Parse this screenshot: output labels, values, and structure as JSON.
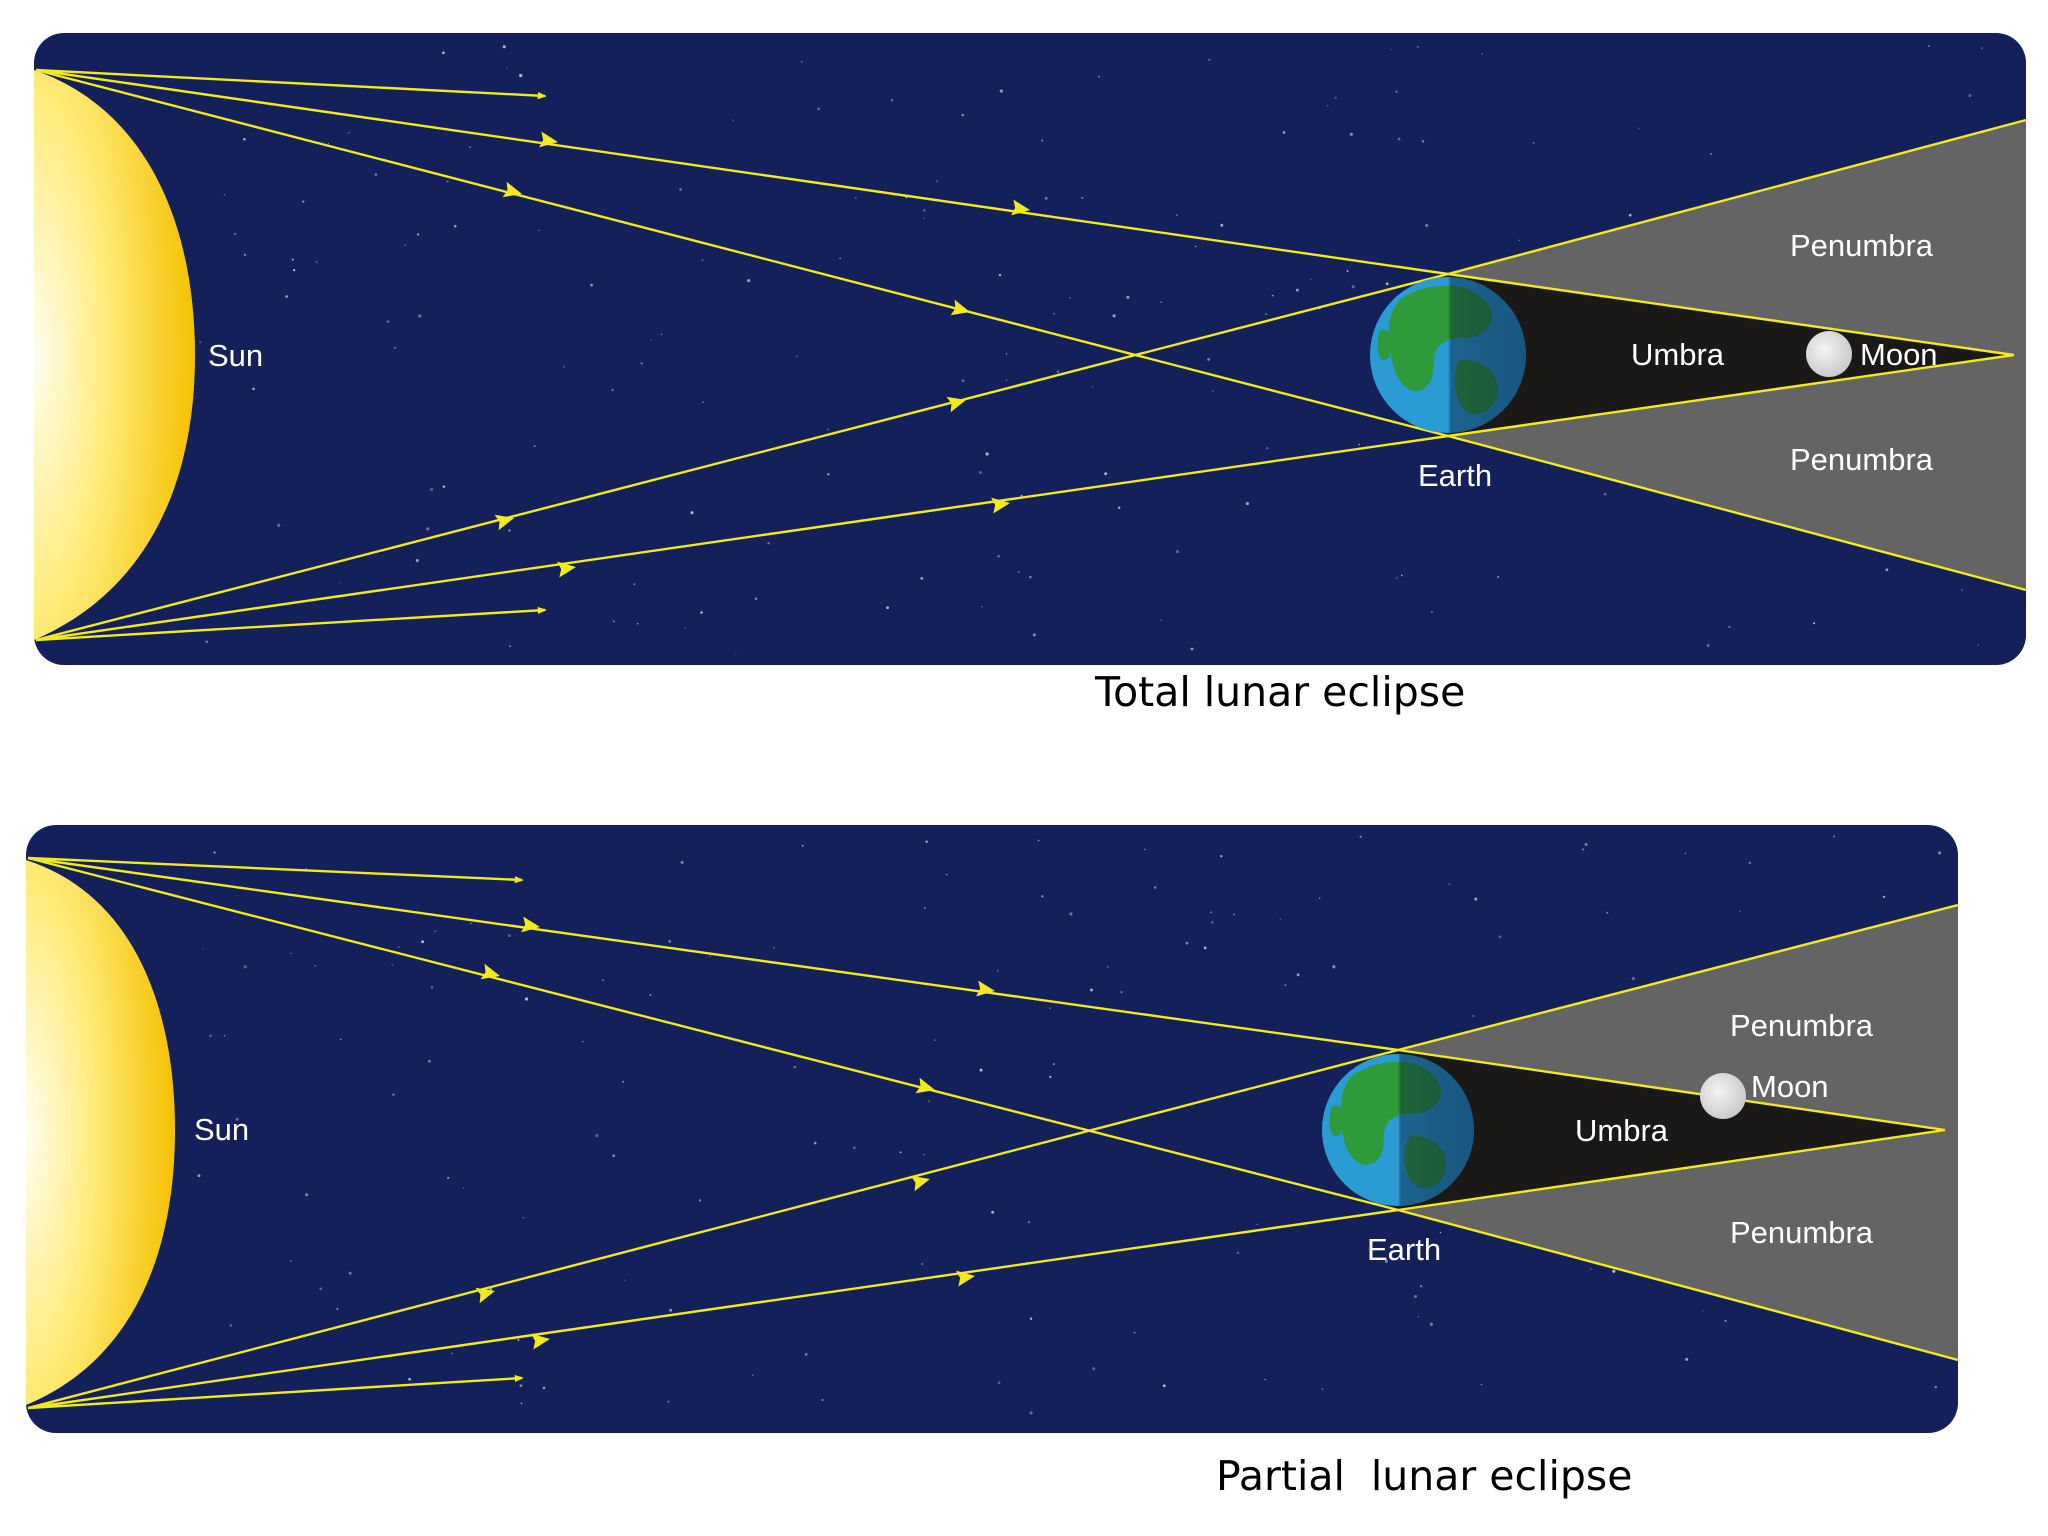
{
  "colors": {
    "space": "#13205a",
    "ray": "#f2ea1c",
    "penumbra": "#646464",
    "umbra": "#1b1818",
    "sun_core": "#fffbe0",
    "sun_edge": "#f7c400",
    "moon": "#dcdcdc",
    "earth_ocean": "#2a9bd3",
    "earth_land": "#2e9a3a"
  },
  "panels": [
    {
      "id": "total",
      "labels": {
        "sun": "Sun",
        "earth": "Earth",
        "umbra": "Umbra",
        "moon": "Moon",
        "penumbra_top": "Penumbra",
        "penumbra_bottom": "Penumbra"
      },
      "caption": "Total lunar eclipse",
      "moon_position": "inside umbra"
    },
    {
      "id": "partial",
      "labels": {
        "sun": "Sun",
        "earth": "Earth",
        "umbra": "Umbra",
        "moon": "Moon",
        "penumbra_top": "Penumbra",
        "penumbra_bottom": "Penumbra"
      },
      "caption": "Partial  lunar eclipse",
      "moon_position": "on umbra edge"
    }
  ]
}
